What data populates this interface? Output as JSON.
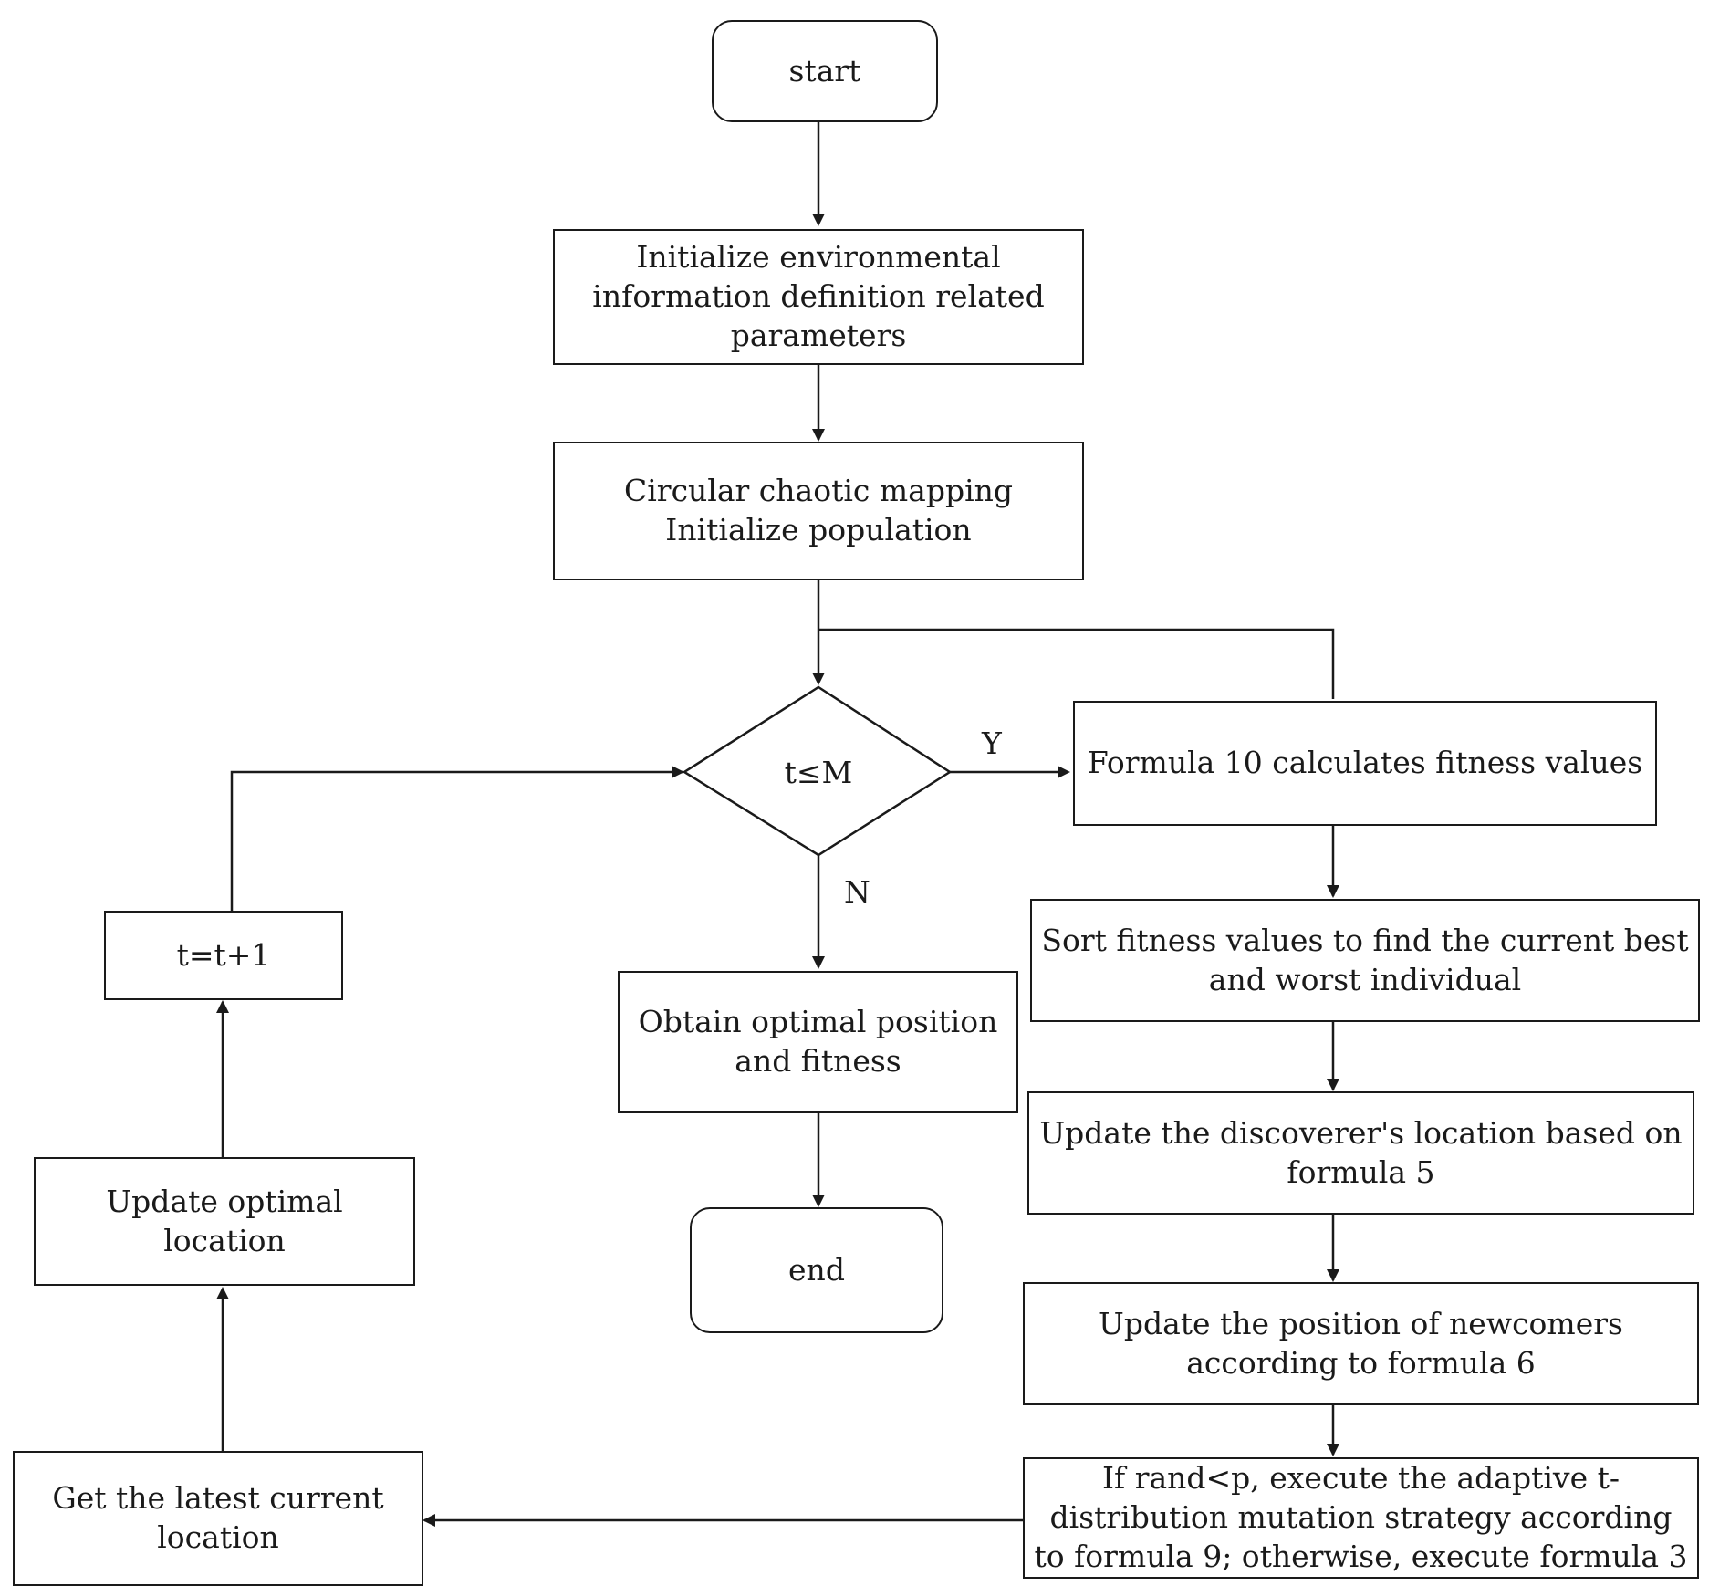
{
  "nodes": {
    "start": "start",
    "init_env": "Initialize environmental\ninformation definition related\nparameters",
    "chaotic": "Circular chaotic mapping\nInitialize population",
    "decision": "t≤M",
    "fitness_calc": "Formula 10 calculates fitness values",
    "sort": "Sort fitness values to find the current best\nand worst individual",
    "discoverer": "Update the discoverer's location based on\nformula 5",
    "newcomers": "Update the position of newcomers\naccording to formula 6",
    "mutation": "If rand<p, execute the adaptive t-\ndistribution mutation strategy according\nto formula 9; otherwise, execute formula 3",
    "latest": "Get the latest current\nlocation",
    "update_opt": "Update optimal\nlocation",
    "increment": "t=t+1",
    "obtain": "Obtain optimal position\nand fitness",
    "end": "end"
  },
  "edge_labels": {
    "yes": "Y",
    "no": "N"
  },
  "colors": {
    "stroke": "#1a1a1a",
    "background": "#ffffff"
  }
}
